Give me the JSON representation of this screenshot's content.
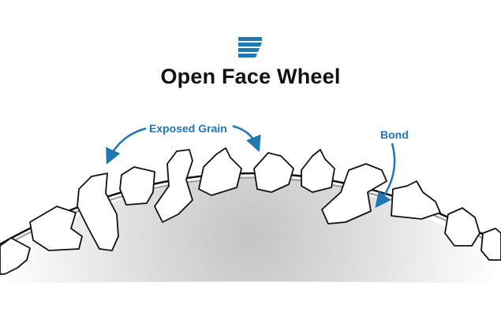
{
  "logo": {
    "icon": "stacked-stripes-logo-icon",
    "color": "#1f77b4"
  },
  "title": "Open Face Wheel",
  "labels": {
    "exposed_grain": "Exposed Grain",
    "bond": "Bond"
  },
  "colors": {
    "accent": "#1f77b4",
    "outline": "#111111",
    "grain_fill": "#ffffff",
    "wheel_shade": "#cfcfcf"
  }
}
